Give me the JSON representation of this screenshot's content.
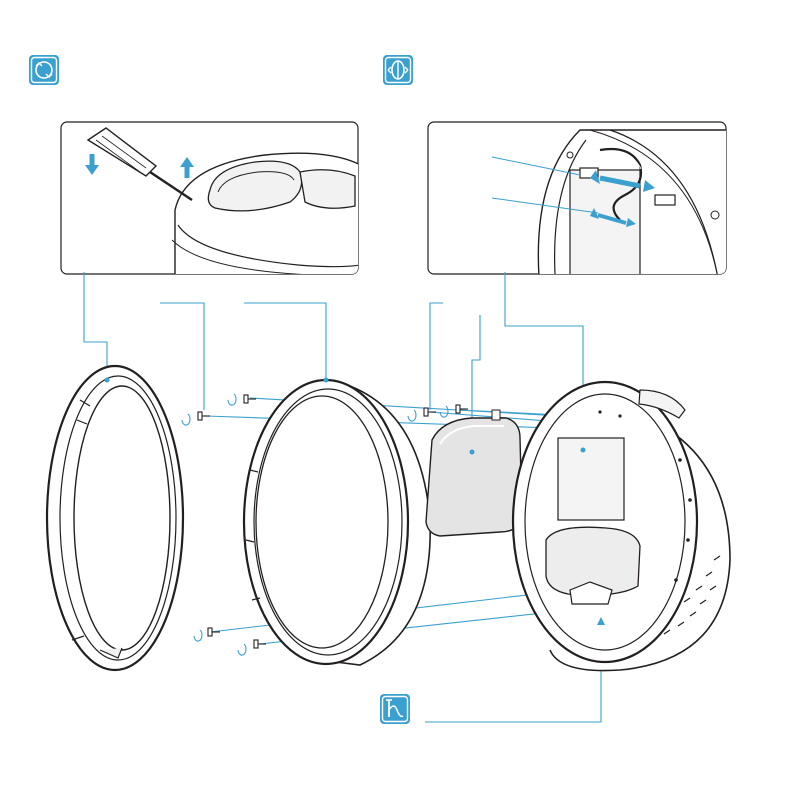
{
  "colors": {
    "accent": "#3aa0cf",
    "accent_light": "#cfe9f5",
    "line": "#231f20",
    "gray": "#e6e6e6"
  },
  "icons": {
    "step1": "rotate-cover-icon",
    "step2": "open-panels-icon",
    "step3": "pump-tire-icon"
  },
  "panels": {
    "left": "screwdriver-pry-cover",
    "right": "disconnect-cable-connectors"
  },
  "parts": [
    "outer-rim-ring",
    "side-cover-shell",
    "battery-cover",
    "unicycle-body"
  ]
}
